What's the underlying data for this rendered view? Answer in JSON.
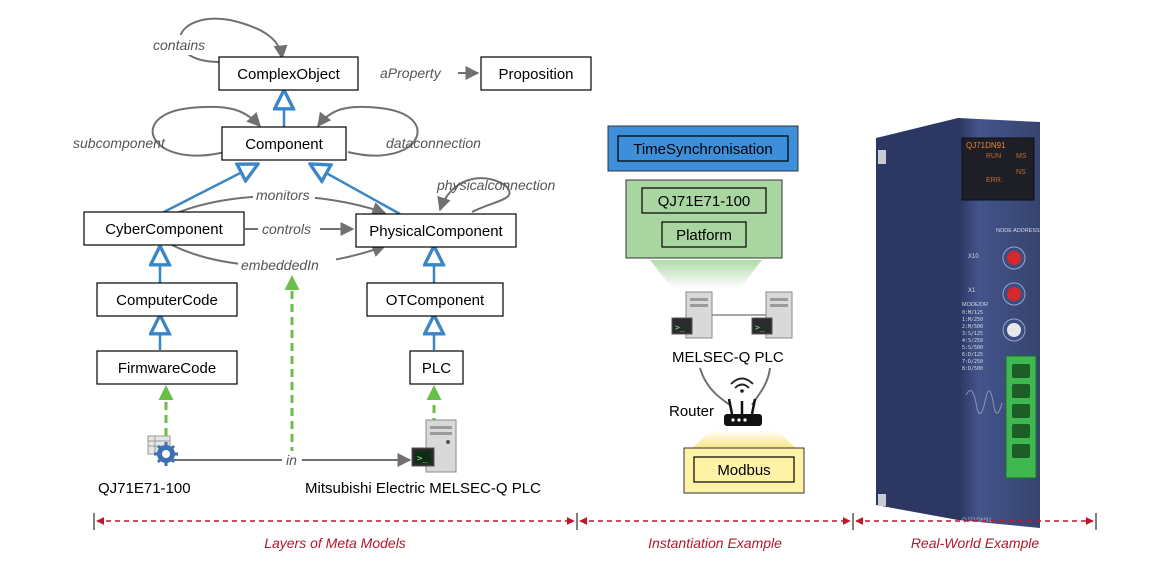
{
  "nodes": {
    "complexobject": "ComplexObject",
    "proposition": "Proposition",
    "component": "Component",
    "cybercomponent": "CyberComponent",
    "physicalcomponent": "PhysicalComponent",
    "computercode": "ComputerCode",
    "otcomponent": "OTComponent",
    "firmwarecode": "FirmwareCode",
    "plc": "PLC"
  },
  "relations": {
    "contains": "contains",
    "aproperty": "aProperty",
    "subcomponent": "subcomponent",
    "dataconnection": "dataconnection",
    "monitors": "monitors",
    "physicalconnection": "physicalconnection",
    "controls": "controls",
    "embeddedin": "embeddedIn",
    "in": "in"
  },
  "instances": {
    "firmware_label": "QJ71E71-100",
    "plc_label": "Mitsubishi Electric MELSEC-Q PLC"
  },
  "instantiation": {
    "timesync": "TimeSynchronisation",
    "module": "QJ71E71-100",
    "platform": "Platform",
    "melsec_label": "MELSEC-Q PLC",
    "router_label": "Router",
    "modbus": "Modbus"
  },
  "device": {
    "model": "QJ71DN91",
    "run": "RUN",
    "ms": "MS",
    "err": "ERR.",
    "ns": "NS",
    "node_address": "NODE ADDRESS",
    "x10": "X10",
    "x1": "X1",
    "mode_dr": "MODE/DR",
    "modes": [
      "0:M/125",
      "1:M/250",
      "2:M/500",
      "3:S/125",
      "4:S/250",
      "5:S/500",
      "6:D/125",
      "7:D/250",
      "8:D/500"
    ],
    "bottom_label": "QJ71DN91"
  },
  "sections": {
    "meta": "Layers of Meta Models",
    "instantiation": "Instantiation Example",
    "realworld": "Real-World Example"
  },
  "icons": [
    "firmware-gear-icon",
    "server-icon",
    "router-icon",
    "wifi-icon"
  ],
  "colors": {
    "inheritance": "#3a86c8",
    "instance": "#6cbe4a",
    "relation": "#707070",
    "section": "#c0172b",
    "timesync_fill": "#3d8fd9",
    "platform_fill": "#a8d5a0",
    "modbus_fill": "#fdf2a6",
    "device_body": "#3b4a7a"
  }
}
